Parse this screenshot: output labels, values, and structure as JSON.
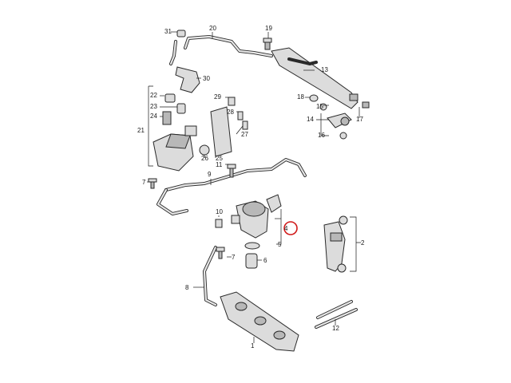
{
  "callouts": {
    "n1": "1",
    "n2": "2",
    "n4": "4",
    "n5": "5",
    "n6": "6",
    "n7": "7",
    "n8": "8",
    "n9": "9",
    "n10": "10",
    "n11": "11",
    "n12": "12",
    "n13": "13",
    "n14": "14",
    "n15": "15",
    "n16": "16",
    "n17": "17",
    "n18": "18",
    "n19": "19",
    "n20": "20",
    "n21": "21",
    "n22": "22",
    "n23": "23",
    "n24": "24",
    "n25": "25",
    "n26": "26",
    "n27": "27",
    "n28": "28",
    "n29": "29",
    "n30": "30",
    "n31": "31"
  },
  "highlight": {
    "part": "4",
    "color": "#d01818"
  }
}
